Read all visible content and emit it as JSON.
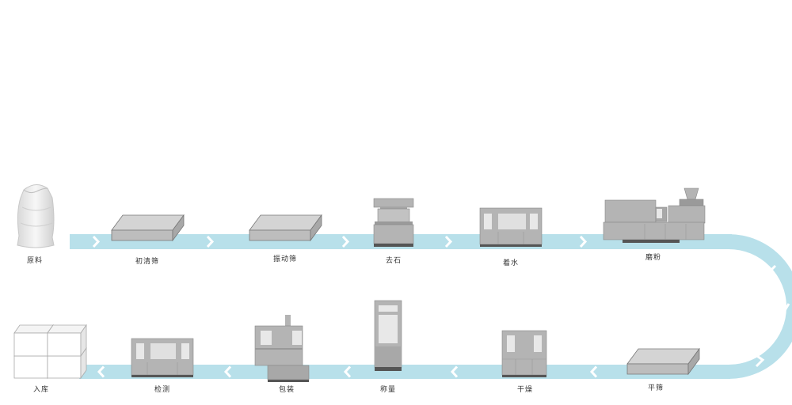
{
  "steps": [
    {
      "label": "原料"
    },
    {
      "label": "初清筛"
    },
    {
      "label": "振动筛"
    },
    {
      "label": "去石"
    },
    {
      "label": "着水"
    },
    {
      "label": "磨粉"
    },
    {
      "label": "平筛"
    },
    {
      "label": "干燥"
    },
    {
      "label": "称量"
    },
    {
      "label": "包装"
    },
    {
      "label": "检测"
    },
    {
      "label": "入库"
    }
  ],
  "colors": {
    "flow": "#b8e0ea",
    "chevron": "#ffffff",
    "machine": "#b4b4b4",
    "machine_dark": "#9a9a9a",
    "machine_light": "#d6d6d6",
    "base": "#555555",
    "panel": "#e8e8e8"
  }
}
